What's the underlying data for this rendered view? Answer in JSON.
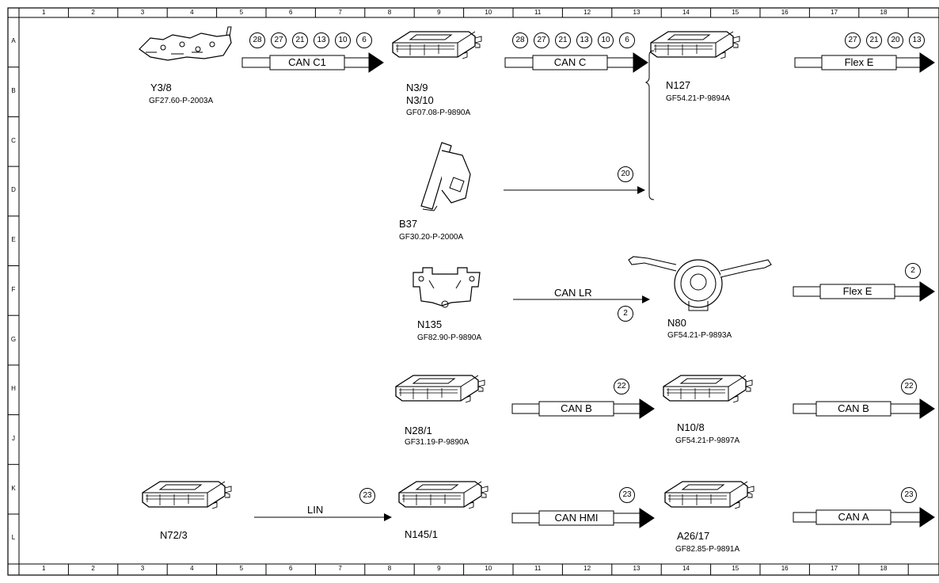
{
  "grid": {
    "columns": [
      "1",
      "2",
      "3",
      "4",
      "5",
      "6",
      "7",
      "8",
      "9",
      "10",
      "11",
      "12",
      "13",
      "14",
      "15",
      "16",
      "17",
      "18"
    ],
    "rows": [
      "A",
      "B",
      "C",
      "D",
      "E",
      "F",
      "G",
      "H",
      "J",
      "K",
      "L"
    ]
  },
  "components": {
    "y3_8": {
      "name": "Y3/8",
      "code": "GF27.60-P-2003A"
    },
    "n3_9": {
      "name": "N3/9",
      "name2": "N3/10",
      "code": "GF07.08-P-9890A"
    },
    "n127": {
      "name": "N127",
      "code": "GF54.21-P-9894A"
    },
    "b37": {
      "name": "B37",
      "code": "GF30.20-P-2000A"
    },
    "n135": {
      "name": "N135",
      "code": "GF82.90-P-9890A"
    },
    "n80": {
      "name": "N80",
      "code": "GF54.21-P-9893A"
    },
    "n28_1": {
      "name": "N28/1",
      "code": "GF31.19-P-9890A"
    },
    "n10_8": {
      "name": "N10/8",
      "code": "GF54.21-P-9897A"
    },
    "n72_3": {
      "name": "N72/3"
    },
    "n145_1": {
      "name": "N145/1"
    },
    "a26_17": {
      "name": "A26/17",
      "code": "GF82.85-P-9891A"
    }
  },
  "buses": {
    "can_c1": "CAN C1",
    "can_c": "CAN C",
    "flex_e_a": "Flex E",
    "can_lr": "CAN LR",
    "flex_e_f": "Flex E",
    "can_b_1": "CAN B",
    "can_b_2": "CAN B",
    "lin": "LIN",
    "can_hmi": "CAN HMI",
    "can_a": "CAN A"
  },
  "refs": {
    "can_c1": [
      "28",
      "27",
      "21",
      "13",
      "10",
      "6"
    ],
    "can_c": [
      "28",
      "27",
      "21",
      "13",
      "10",
      "6"
    ],
    "flex_e_a": [
      "27",
      "21",
      "20",
      "13"
    ],
    "b37": [
      "20"
    ],
    "can_lr": [
      "2"
    ],
    "flex_e_f": [
      "2"
    ],
    "can_b_1": [
      "22"
    ],
    "can_b_2": [
      "22"
    ],
    "lin": [
      "23"
    ],
    "can_hmi": [
      "23"
    ],
    "can_a": [
      "23"
    ]
  }
}
